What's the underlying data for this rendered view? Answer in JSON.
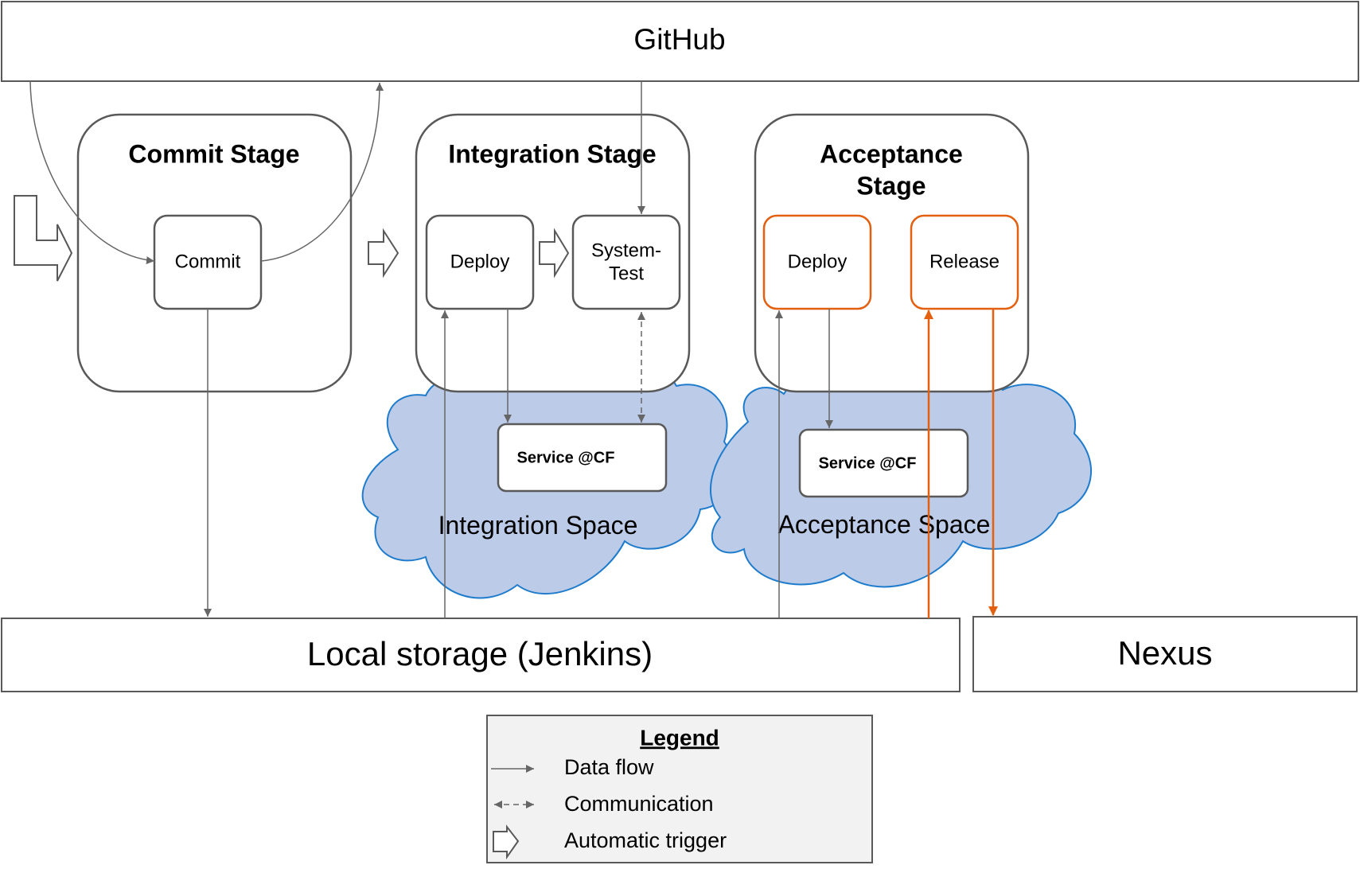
{
  "banners": {
    "github": "GitHub",
    "local_storage": "Local storage (Jenkins)",
    "nexus": "Nexus"
  },
  "stages": {
    "commit": {
      "title": "Commit Stage",
      "job": "Commit"
    },
    "integration": {
      "title": "Integration Stage",
      "job_deploy": "Deploy",
      "job_test_line1": "System-",
      "job_test_line2": "Test"
    },
    "acceptance": {
      "title_line1": "Acceptance",
      "title_line2": "Stage",
      "job_deploy": "Deploy",
      "job_release": "Release"
    }
  },
  "spaces": {
    "integration": {
      "label": "Integration Space",
      "service": "Service @CF"
    },
    "acceptance": {
      "label": "Acceptance Space",
      "service": "Service @CF"
    }
  },
  "legend": {
    "title": "Legend",
    "items": [
      "Data flow",
      "Communication",
      "Automatic trigger"
    ]
  },
  "colors": {
    "line": "#666666",
    "box_border": "#595959",
    "release_highlight": "#e2600f",
    "cloud_fill": "#bccbe8",
    "cloud_border": "#1f7ccc",
    "legend_fill": "#f2f2f2"
  }
}
